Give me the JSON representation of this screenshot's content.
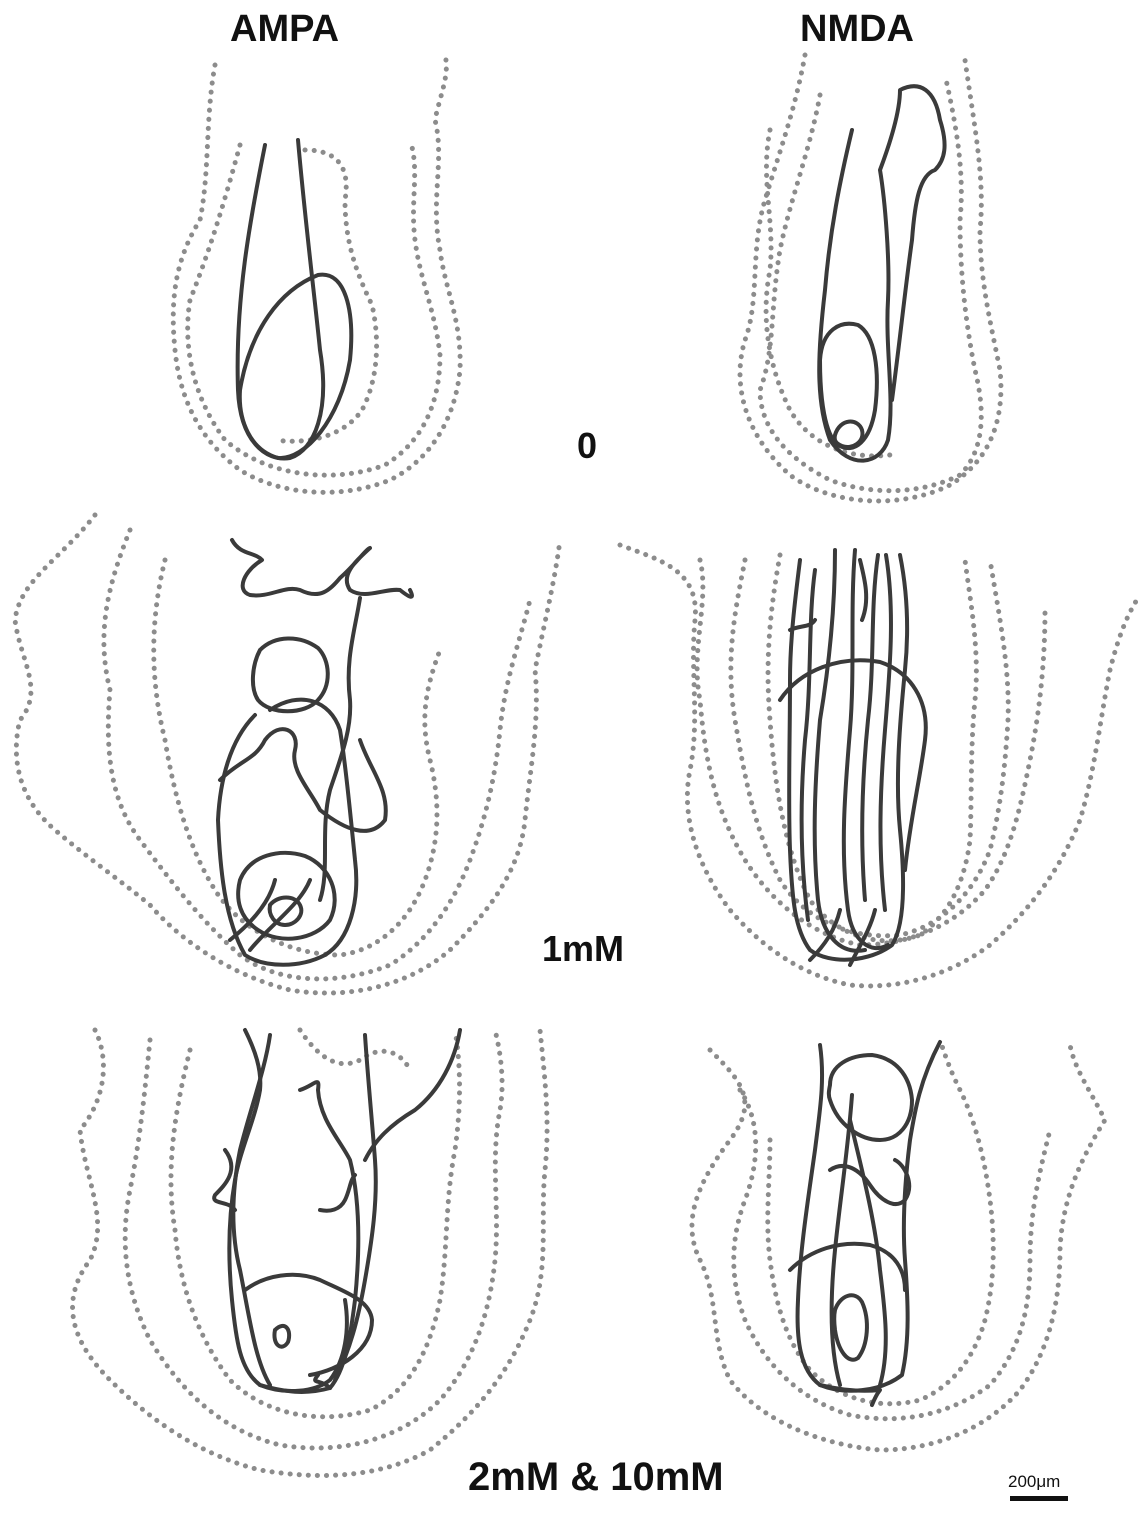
{
  "columns": {
    "ampa": "AMPA",
    "nmda": "NMDA"
  },
  "rows": {
    "r0": "0",
    "r1": "1mM",
    "r2": "2mM & 10mM"
  },
  "scale_bar": {
    "label": "200μm"
  },
  "colors": {
    "track_line": "#3a3a3a",
    "dotted_outline": "#8c8c8c"
  }
}
